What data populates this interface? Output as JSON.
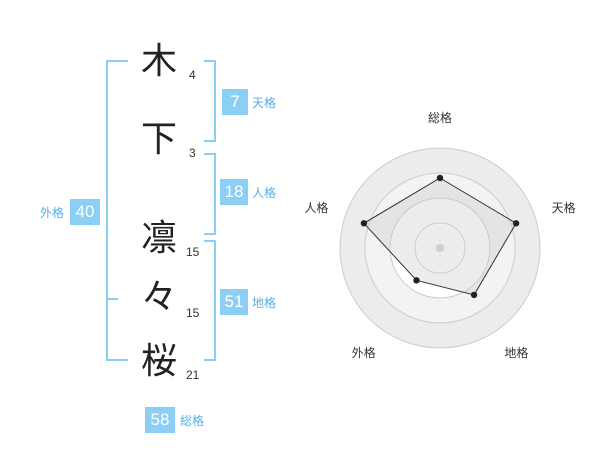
{
  "name_characters": [
    {
      "char": "木",
      "strokes": "4"
    },
    {
      "char": "下",
      "strokes": "3"
    },
    {
      "char": "凛",
      "strokes": "15"
    },
    {
      "char": "々",
      "strokes": "15"
    },
    {
      "char": "桜",
      "strokes": "21"
    }
  ],
  "kakusu": {
    "tenkaku": {
      "value": "7",
      "label": "天格"
    },
    "jinkaku": {
      "value": "18",
      "label": "人格"
    },
    "chikaku": {
      "value": "51",
      "label": "地格"
    },
    "gaikaku": {
      "value": "40",
      "label": "外格"
    },
    "soukaku": {
      "value": "58",
      "label": "総格"
    }
  },
  "colors": {
    "bracket": "#8ccff5",
    "badge": "#8ccff5",
    "label": "#5aaee6",
    "kanji": "#222222"
  },
  "chart_data": {
    "type": "radar",
    "axes": [
      "総格",
      "天格",
      "地格",
      "外格",
      "人格"
    ],
    "values": [
      0.7,
      0.8,
      0.58,
      0.4,
      0.8
    ],
    "scale_max": 1,
    "rings": 4,
    "grid": true
  }
}
